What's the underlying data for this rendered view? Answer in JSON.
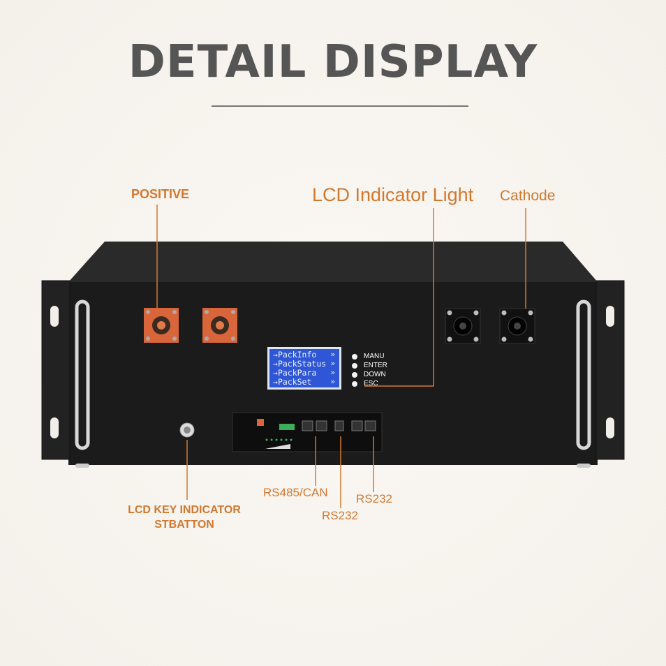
{
  "heading": "DETAIL DISPLAY",
  "callouts": {
    "positive": "POSITIVE",
    "lcd_indicator_light": "LCD Indicator Light",
    "cathode": "Cathode",
    "lcd_key_line1": "LCD KEY INDICATOR",
    "lcd_key_line2": "STBATTON",
    "rs485_can": "RS485/CAN",
    "rs232_center": "RS232",
    "rs232_right": "RS232"
  },
  "lcd": {
    "items": [
      "PackInfo",
      "PackStatus",
      "PackPara",
      "PackSet"
    ],
    "item_arrow": "»"
  },
  "buttons": [
    "MANU",
    "ENTER",
    "DOWN",
    "ESC"
  ],
  "colors": {
    "callout": "#d4782f",
    "terminal_positive": "#d9663a",
    "lcd_background": "#2f56d6",
    "chassis": "#1c1c1c"
  }
}
